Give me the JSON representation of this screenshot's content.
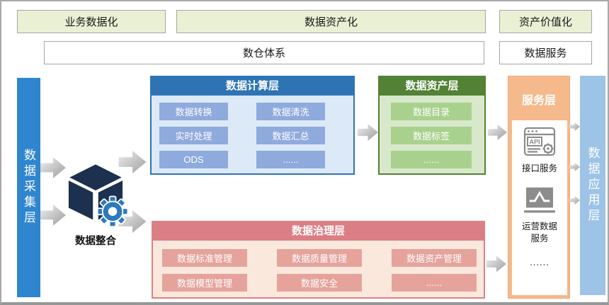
{
  "top_row": {
    "box1": "业务数据化",
    "box2": "数据资产化",
    "box3": "资产价值化"
  },
  "second_row": {
    "warehouse": "数仓体系",
    "service": "数据服务"
  },
  "left_bar": {
    "label": "数据采集层"
  },
  "integration": {
    "label": "数据整合",
    "icon": "cube-gear-icon"
  },
  "computing_layer": {
    "title": "数据计算层",
    "items": [
      "数据转换",
      "数据清洗",
      "实时处理",
      "数据汇总",
      "ODS",
      "......"
    ]
  },
  "asset_layer": {
    "title": "数据资产层",
    "items": [
      "数据目录",
      "数据标签",
      "......"
    ]
  },
  "governance_layer": {
    "title": "数据治理层",
    "items": [
      "数据标准管理",
      "数据质量管理",
      "数据资产管理",
      "数据模型管理",
      "数据安全",
      "......"
    ]
  },
  "service_layer": {
    "title": "服务层",
    "services": [
      {
        "icon": "api-icon",
        "label": "接口服务"
      },
      {
        "icon": "monitor-chart-icon",
        "label": "运营数据服务"
      }
    ],
    "more": "......"
  },
  "right_bar": {
    "label": "数据应用层"
  },
  "colors": {
    "top_box_bg": "#EAF0D4",
    "left_bar": "#2F86CE",
    "right_bar": "#9DC3E6",
    "computing_header": "#2E74B5",
    "computing_body": "#DCE9F7",
    "computing_item": "#8FAADC",
    "asset_header": "#538135",
    "asset_body": "#D8E8CA",
    "asset_item": "#A9D18E",
    "governance_header": "#DB7E85",
    "governance_body": "#FAE8DC",
    "governance_item": "#E5A39C",
    "service_bg": "#F5B98C",
    "cube_icon": "#1C3050",
    "gear_icon": "#2E79BE",
    "arrow_gray": "#9E9E9E"
  }
}
